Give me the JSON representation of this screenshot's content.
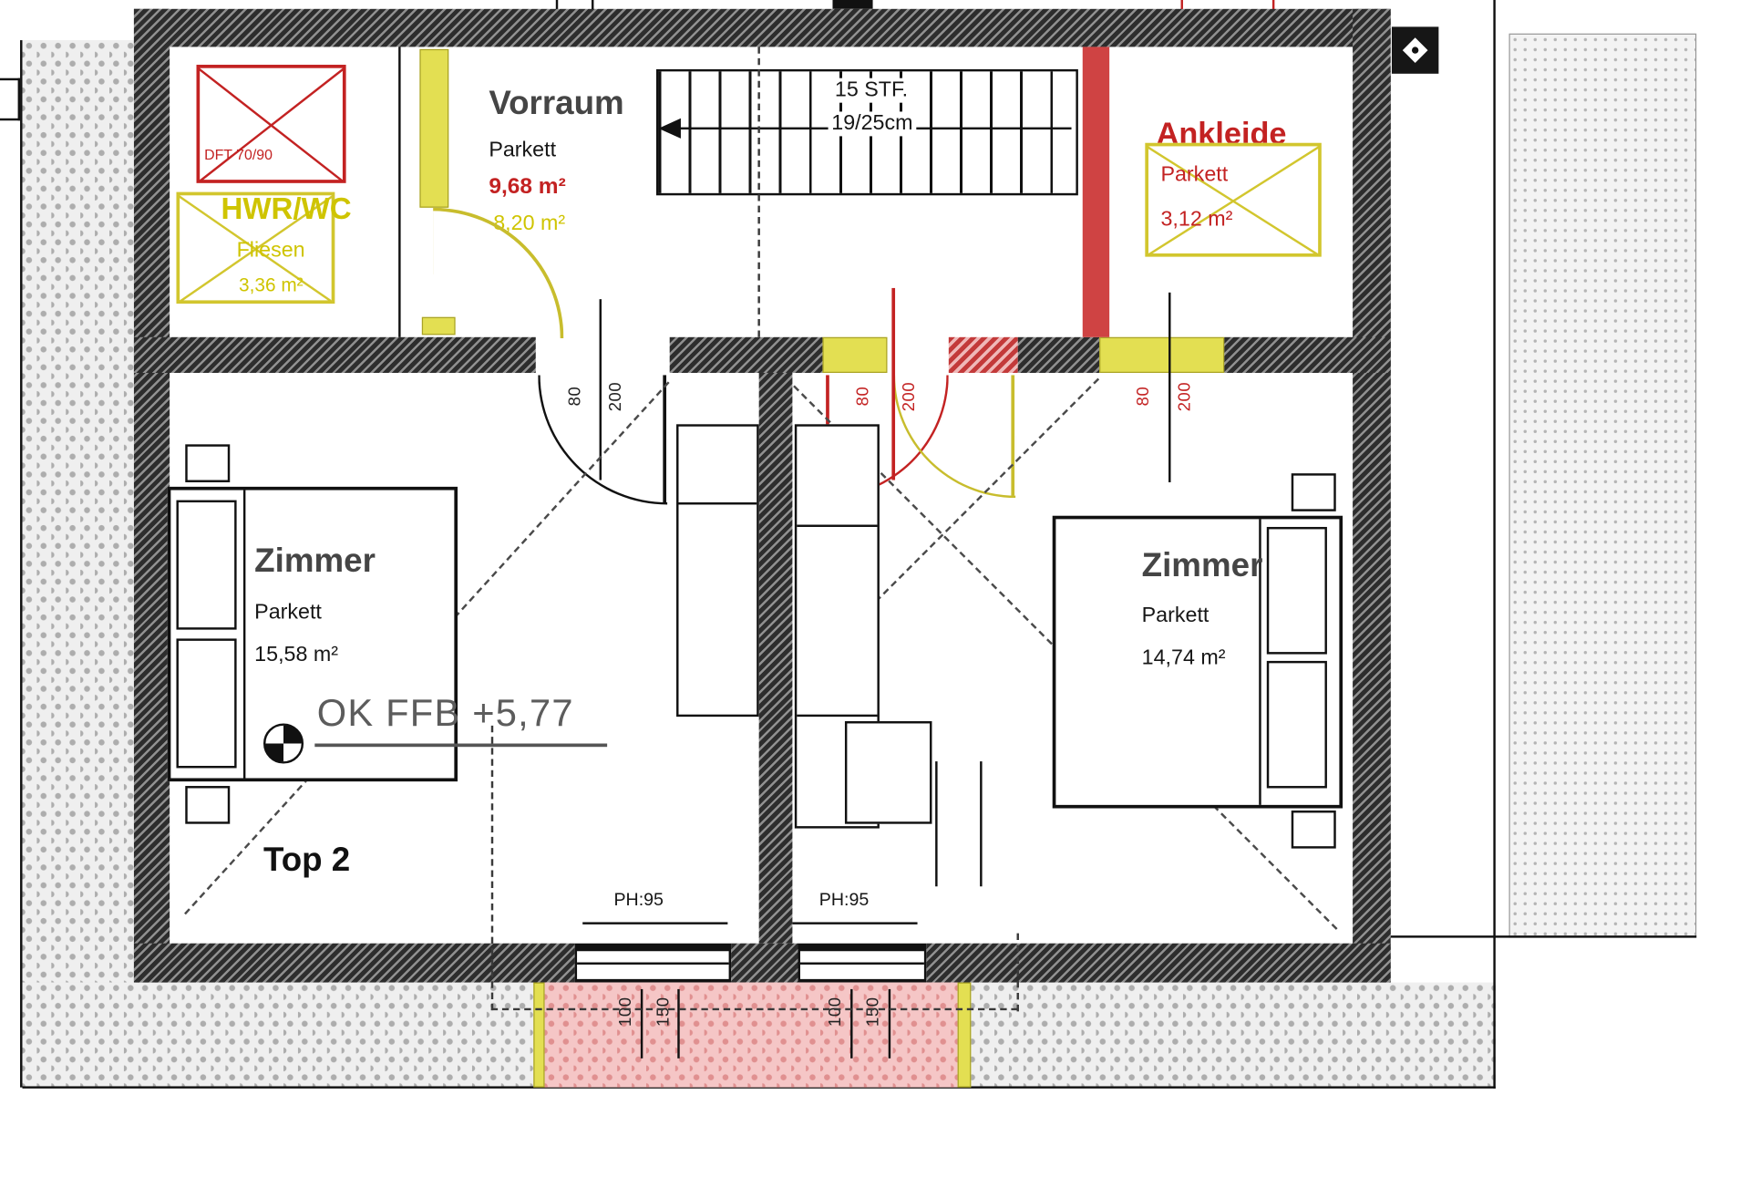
{
  "rooms": {
    "vorraum": {
      "name": "Vorraum",
      "floor": "Parkett",
      "area1": "9,68 m²",
      "area2": "8,20 m²"
    },
    "hwrwc": {
      "name": "HWR/WC",
      "floor": "Fliesen",
      "area": "3,36 m²"
    },
    "ankleide": {
      "name": "Ankleide",
      "floor": "Parkett",
      "area": "3,12 m²"
    },
    "zimmer_left": {
      "name": "Zimmer",
      "floor": "Parkett",
      "area": "15,58 m²"
    },
    "zimmer_right": {
      "name": "Zimmer",
      "floor": "Parkett",
      "area": "14,74 m²"
    }
  },
  "stairs": {
    "line1": "15 STF.",
    "line2": "19/25cm"
  },
  "annotations": {
    "roof_window": "DFT 70/90",
    "level_mark": "OK FFB +5,77",
    "unit_label": "Top 2",
    "parapet_left": "PH:95",
    "parapet_right": "PH:95"
  },
  "dimensions": {
    "door_left": {
      "width": "80",
      "height": "200"
    },
    "door_center": {
      "width": "80",
      "height": "200"
    },
    "door_right": {
      "width": "80",
      "height": "200"
    },
    "window_left": {
      "a": "100",
      "b": "150"
    },
    "window_right": {
      "a": "100",
      "b": "150"
    }
  },
  "colors": {
    "wall": "#303030",
    "red": "#c32222",
    "yellow": "#d6ca2a",
    "pink": "#f5c6c6"
  }
}
